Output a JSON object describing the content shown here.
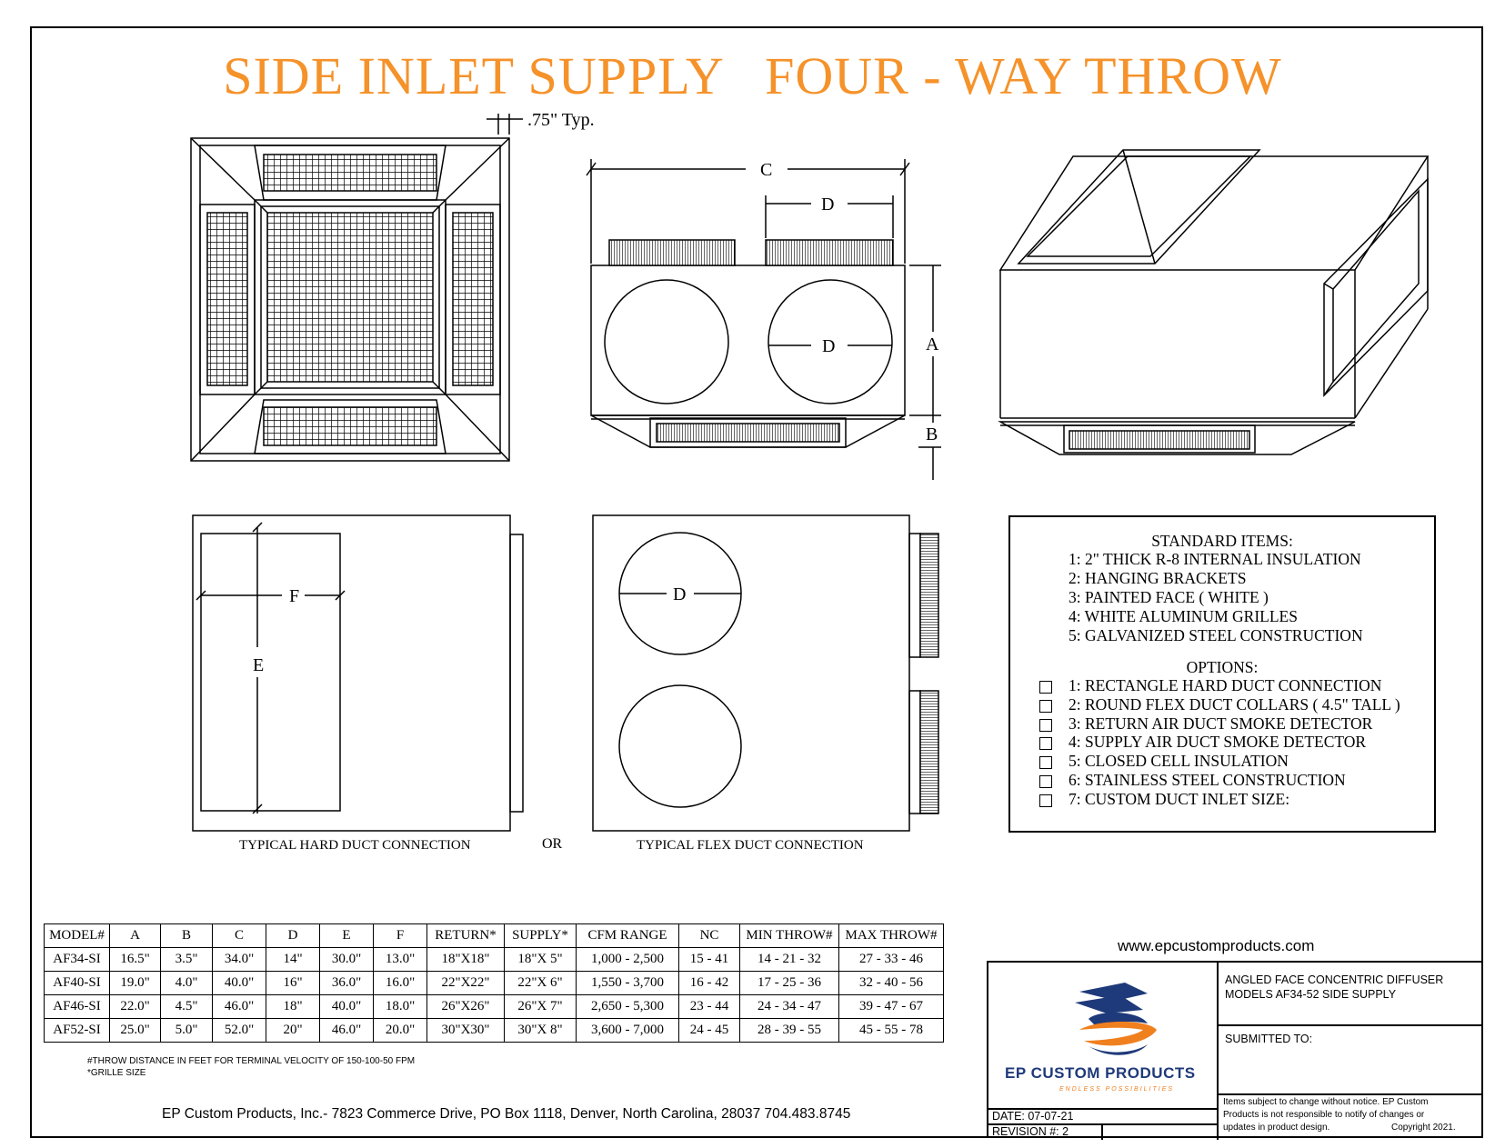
{
  "title": "SIDE INLET SUPPLY   FOUR - WAY THROW",
  "colors": {
    "title": "#F5922A",
    "brand_blue": "#1F3A7A",
    "brand_orange": "#F07F1E"
  },
  "drawing": {
    "typ_note": ".75\" Typ.",
    "dim_c": "C",
    "dim_d": "D",
    "dim_a": "A",
    "dim_b": "B",
    "dim_e": "E",
    "dim_f": "F"
  },
  "captions": {
    "hard": "TYPICAL HARD DUCT CONNECTION",
    "or": "OR",
    "flex": "TYPICAL FLEX DUCT CONNECTION"
  },
  "standard": {
    "head": "STANDARD ITEMS:",
    "items": [
      "1: 2\" THICK R-8 INTERNAL INSULATION",
      "2: HANGING BRACKETS",
      "3: PAINTED FACE ( WHITE )",
      "4: WHITE ALUMINUM GRILLES",
      "5: GALVANIZED STEEL CONSTRUCTION"
    ]
  },
  "options": {
    "head": "OPTIONS:",
    "items": [
      "1: RECTANGLE HARD DUCT CONNECTION",
      "2: ROUND FLEX DUCT COLLARS ( 4.5\" TALL )",
      "3: RETURN AIR DUCT SMOKE DETECTOR",
      "4: SUPPLY AIR DUCT SMOKE DETECTOR",
      "5: CLOSED CELL INSULATION",
      "6: STAINLESS STEEL CONSTRUCTION",
      "7: CUSTOM DUCT INLET SIZE:"
    ]
  },
  "table": {
    "headers": [
      "MODEL#",
      "A",
      "B",
      "C",
      "D",
      "E",
      "F",
      "RETURN*",
      "SUPPLY*",
      "CFM RANGE",
      "NC",
      "MIN THROW#",
      "MAX THROW#"
    ],
    "rows": [
      [
        "AF34-SI",
        "16.5\"",
        "3.5\"",
        "34.0\"",
        "14\"",
        "30.0\"",
        "13.0\"",
        "18\"X18\"",
        "18\"X 5\"",
        "1,000 - 2,500",
        "15 - 41",
        "14 - 21 - 32",
        "27 - 33 - 46"
      ],
      [
        "AF40-SI",
        "19.0\"",
        "4.0\"",
        "40.0\"",
        "16\"",
        "36.0\"",
        "16.0\"",
        "22\"X22\"",
        "22\"X 6\"",
        "1,550 - 3,700",
        "16 - 42",
        "17 - 25 - 36",
        "32 - 40 - 56"
      ],
      [
        "AF46-SI",
        "22.0\"",
        "4.5\"",
        "46.0\"",
        "18\"",
        "40.0\"",
        "18.0\"",
        "26\"X26\"",
        "26\"X 7\"",
        "2,650 - 5,300",
        "23 - 44",
        "24 - 34 - 47",
        "39 - 47 - 67"
      ],
      [
        "AF52-SI",
        "25.0\"",
        "5.0\"",
        "52.0\"",
        "20\"",
        "46.0\"",
        "20.0\"",
        "30\"X30\"",
        "30\"X 8\"",
        "3,600 - 7,000",
        "24 - 45",
        "28 - 39 - 55",
        "45 - 55 - 78"
      ]
    ]
  },
  "notes": {
    "throw": "#THROW DISTANCE IN FEET FOR TERMINAL VELOCITY OF 150-100-50 FPM",
    "grille": "*GRILLE SIZE"
  },
  "address": "EP Custom Products, Inc.- 7823 Commerce Drive, PO Box 1118, Denver, North Carolina, 28037    704.483.8745",
  "website": "www.epcustomproducts.com",
  "titleblock": {
    "desc1": "ANGLED FACE CONCENTRIC DIFFUSER",
    "desc2": "MODELS  AF34-52 SIDE SUPPLY",
    "submitted": "SUBMITTED TO:",
    "brand": "EP CUSTOM PRODUCTS",
    "tagline": "ENDLESS  POSSIBILITIES",
    "date": "DATE: 07-07-21",
    "revision": "REVISION #:  2",
    "disclaimer1": "Items subject to change without notice. EP Custom",
    "disclaimer2": "Products is not responsible to notify of changes or",
    "disclaimer3": "updates in product design.",
    "copyright": "Copyright 2021."
  }
}
